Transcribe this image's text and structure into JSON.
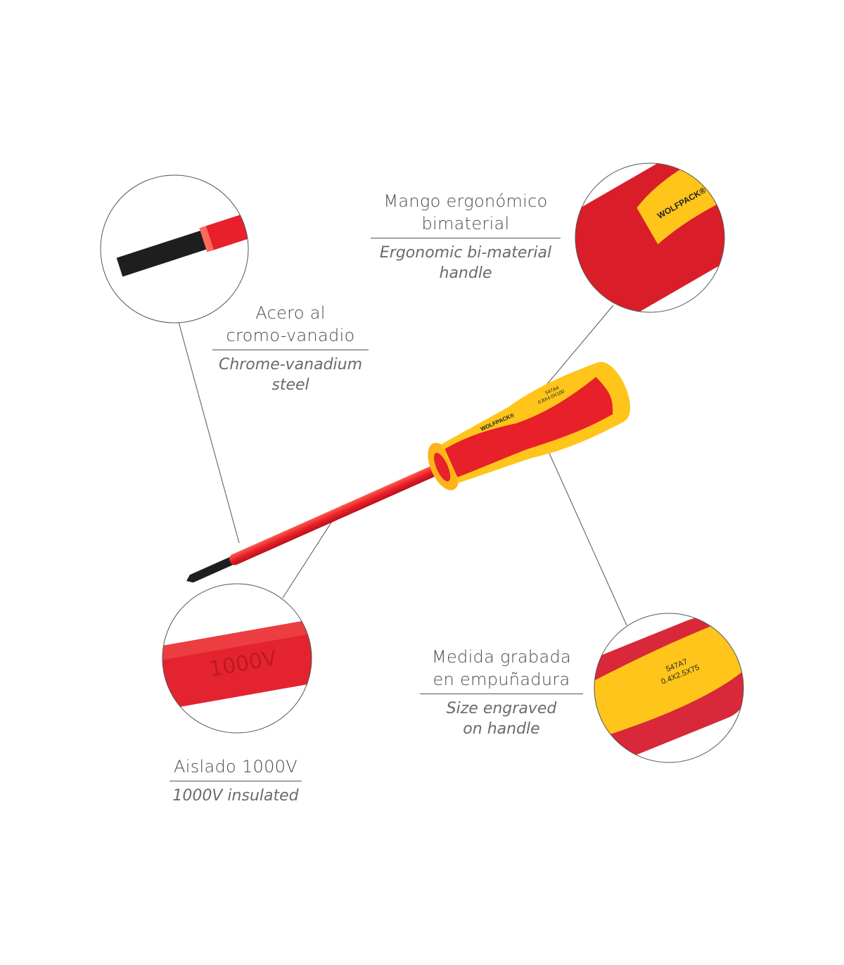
{
  "callouts": {
    "handle": {
      "es_line1": "Mango ergonómico",
      "es_line2": "bimaterial",
      "en_line1": "Ergonomic bi-material",
      "en_line2": "handle"
    },
    "steel": {
      "es_line1": "Acero al",
      "es_line2": "cromo-vanadio",
      "en_line1": "Chrome-vanadium",
      "en_line2": "steel"
    },
    "engraved": {
      "es_line1": "Medida grabada",
      "es_line2": "en empuñadura",
      "en_line1": "Size engraved",
      "en_line2": "on handle"
    },
    "insulated": {
      "es_line1": "Aislado 1000V",
      "en_line1": "1000V insulated"
    }
  },
  "product_markings": {
    "brand": "WOLFPACK®",
    "main_code": "547A4",
    "main_size": "0.8X4.0X100",
    "detail_code": "547A7",
    "detail_size": "0.4X2.5X75",
    "shaft_marking": "1000V"
  },
  "colors": {
    "red": "#e8202a",
    "yellow": "#ffc51a",
    "text": "#4a4a4a",
    "blade": "#1e1e1e"
  }
}
